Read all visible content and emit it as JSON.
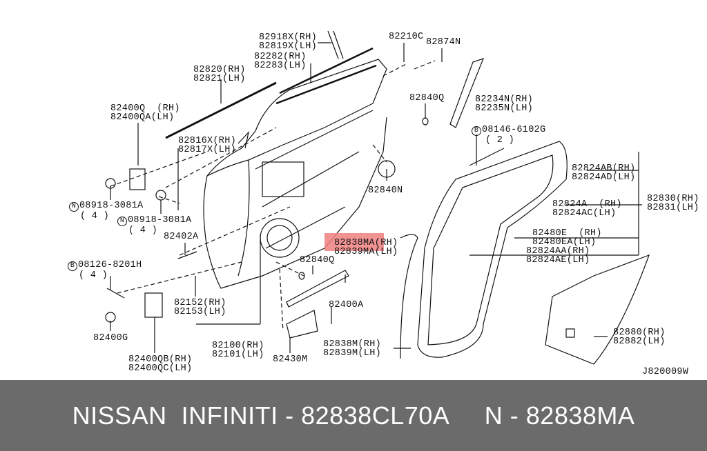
{
  "labels": [
    [
      "82918X(RH)",
      "82819X(LH)"
    ],
    [
      "82210C"
    ],
    [
      "82874N"
    ],
    [
      "82282(RH)",
      "82283(LH)"
    ],
    [
      "82820(RH)",
      "82821(LH)"
    ],
    [
      "82400Q  (RH)",
      "82400QA(LH)"
    ],
    [
      "82840Q"
    ],
    [
      "82234N(RH)",
      "82235N(LH)"
    ],
    [
      "08146-6102G",
      "( 2 )"
    ],
    [
      "82816X(RH)",
      "82817X(LH)"
    ],
    [
      "82824AB(RH)",
      "82824AD(LH)"
    ],
    [
      "82840N"
    ],
    [
      "08918-3081A",
      "( 4 )"
    ],
    [
      "82830(RH)",
      "82831(LH)"
    ],
    [
      "82824A  (RH)",
      "82824AC(LH)"
    ],
    [
      "08918-3081A",
      "( 4 )"
    ],
    [
      "82480E  (RH)",
      "82480EA(LH)"
    ],
    [
      "82402A"
    ],
    [
      "82838MA(RH)",
      "82839MA(LH)"
    ],
    [
      "82824AA(RH)",
      "82824AE(LH)"
    ],
    [
      "82840Q"
    ],
    [
      "08126-8201H",
      "( 4 )"
    ],
    [
      "82152(RH)",
      "82153(LH)"
    ],
    [
      "82400A"
    ],
    [
      "82400G"
    ],
    [
      "82100(RH)",
      "82101(LH)"
    ],
    [
      "82838M(RH)",
      "82839M(LH)"
    ],
    [
      "82880(RH)",
      "82882(LH)"
    ],
    [
      "82430M"
    ],
    [
      "82400QB(RH)",
      "82400QC(LH)"
    ],
    [
      "J820009W"
    ]
  ],
  "markers": {
    "B": "B",
    "N": "N"
  },
  "highlight_color": "#f08080",
  "banner": {
    "text": "NISSAN  INFINITI - 82838CL70A     N - 82838MA"
  }
}
